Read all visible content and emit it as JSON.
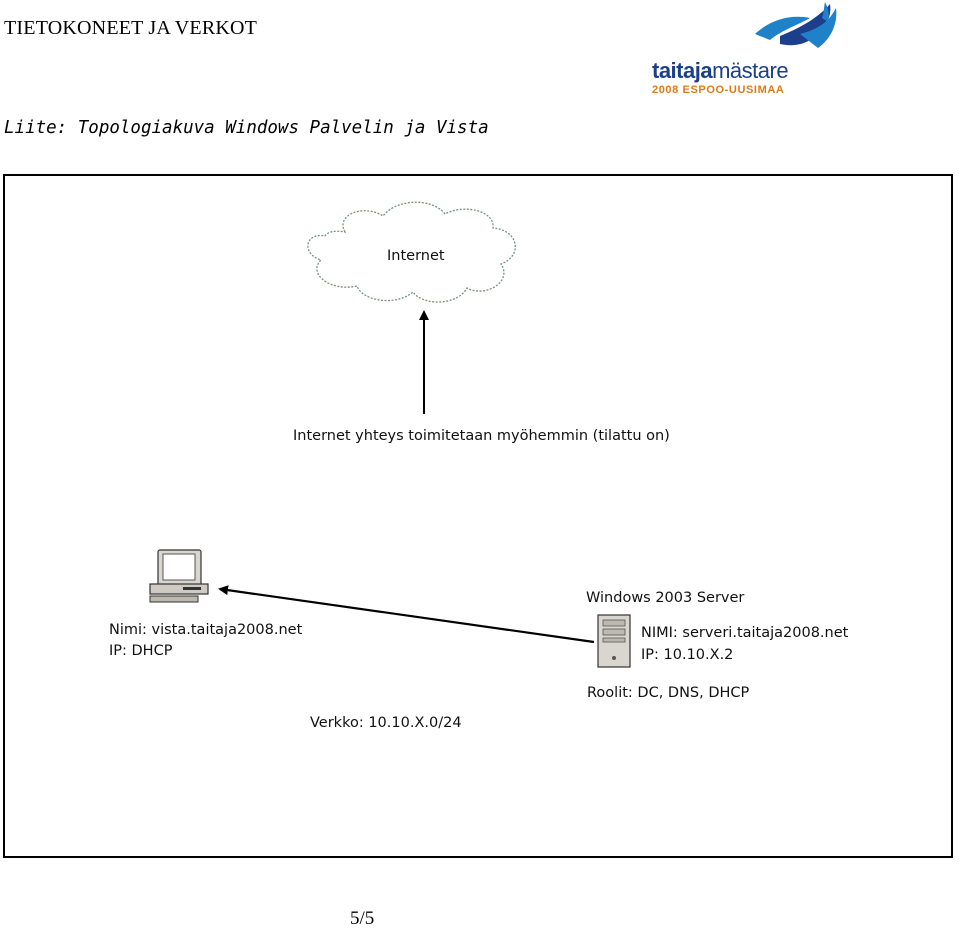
{
  "header": {
    "title": "TIETOKONEET JA VERKOT",
    "subtitle": "Liite: Topologiakuva Windows Palvelin ja Vista"
  },
  "logo": {
    "word_bold": "taitaja",
    "word_light": "mästare",
    "sub": "2008 ESPOO-UUSIMAA",
    "colors": {
      "blue": "#1b3f8b",
      "light_blue": "#1f82c9",
      "orange": "#e07a14"
    }
  },
  "diagram": {
    "cloud_label": "Internet",
    "connection_label": "Internet yhteys toimitetaan myöhemmin (tilattu on)",
    "client": {
      "name": "Nimi: vista.taitaja2008.net",
      "ip": "IP: DHCP"
    },
    "server": {
      "title": "Windows 2003 Server",
      "name": "NIMI: serveri.taitaja2008.net",
      "ip": "IP: 10.10.X.2",
      "roles": "Roolit: DC, DNS, DHCP"
    },
    "network": "Verkko: 10.10.X.0/24"
  },
  "footer": {
    "page": "5/5"
  }
}
